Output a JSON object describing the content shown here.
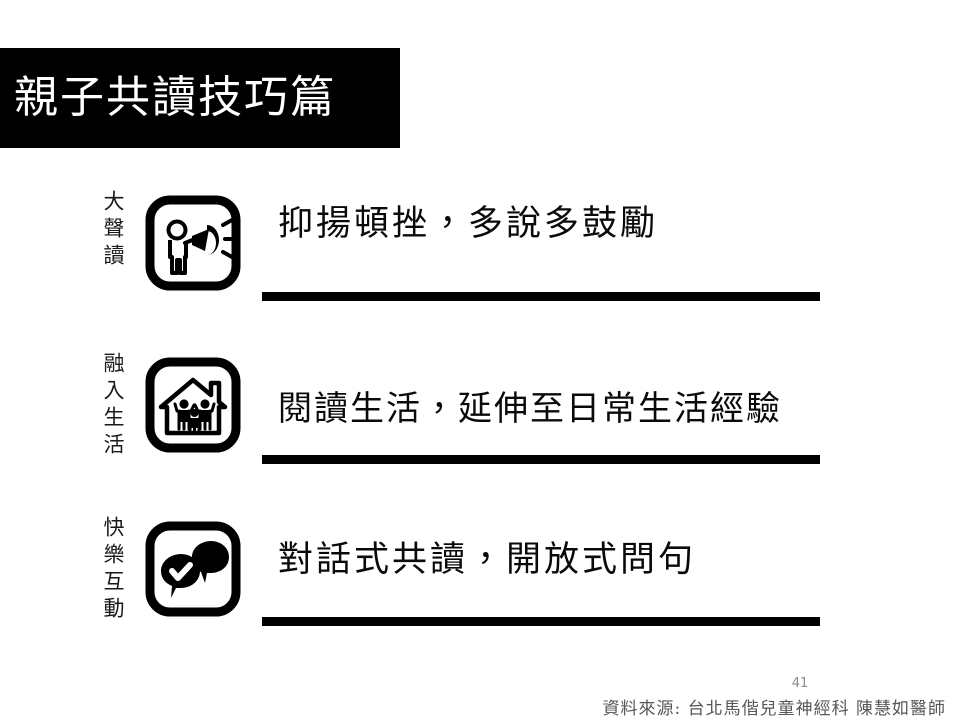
{
  "slide": {
    "page_number": "41",
    "title": "親子共讀技巧篇",
    "source_note": "資料來源: 台北馬偕兒童神經科 陳慧如醫師",
    "background_color": "#ffffff",
    "title_background_color": "#000000",
    "title_text_color": "#ffffff",
    "rule_color": "#000000"
  },
  "tips": [
    {
      "label": "大聲讀",
      "icon": "megaphone-person-icon",
      "statement": "抑揚頓挫，多說多鼓勵"
    },
    {
      "label": "融入生活",
      "icon": "house-family-icon",
      "statement": "閱讀生活，延伸至日常生活經驗"
    },
    {
      "label": "快樂互動",
      "icon": "speech-bubbles-check-icon",
      "statement": "對話式共讀，開放式問句"
    }
  ]
}
